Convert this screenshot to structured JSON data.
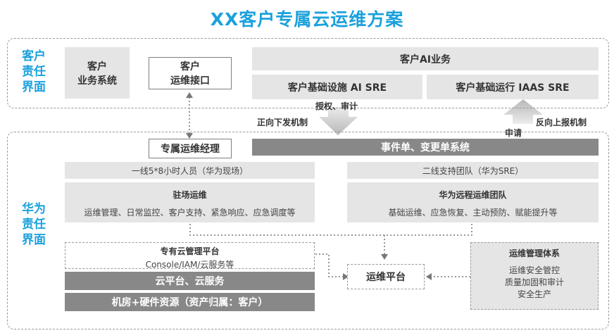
{
  "title": "XX客户专属云运维方案",
  "customer": {
    "label": "客户\n责任\n界面",
    "business_system": "客户\n业务系统",
    "ops_interface": "客户\n运维接口",
    "ai_business": "客户AI业务",
    "infra_ai_sre": "客户基础设施 AI SRE",
    "ops_iaas_sre": "客户基础运行 IAAS SRE"
  },
  "flows": {
    "forward_label": "正向下发机制",
    "forward_note": "授权、审计",
    "reverse_label": "反向上报机制",
    "reverse_note": "申请"
  },
  "huawei": {
    "label": "华为\n责任\n界面",
    "manager": "专属运维经理",
    "ticket_system": "事件单、变更单系统",
    "tier1": "一线5*8小时人员（华为现场）",
    "tier2": "二线支持团队（华为SRE）",
    "onsite_title": "驻场运维",
    "onsite_desc": "运维管理、日常监控、客户支持、紧急响应、应急调度等",
    "remote_title": "华为远程运维团队",
    "remote_desc": "基础运维、应急恢复、主动预防、赋能提升等",
    "mgmt_platform_title": "专有云管理平台",
    "mgmt_platform_desc": "Console/IAM/云服务等",
    "cloud_services": "云平台、云服务",
    "hardware": "机房+硬件资源（资产归属：客户）",
    "ops_platform": "运维平台",
    "ops_system_title": "运维管理体系",
    "ops_system_items": "运维安全管控\n质量加固和审计\n安全生产"
  },
  "colors": {
    "accent": "#1ba1dc",
    "box_gray": "#e5e5e5",
    "box_dark": "#888888",
    "arrow_gray": "#c8c8c8"
  }
}
